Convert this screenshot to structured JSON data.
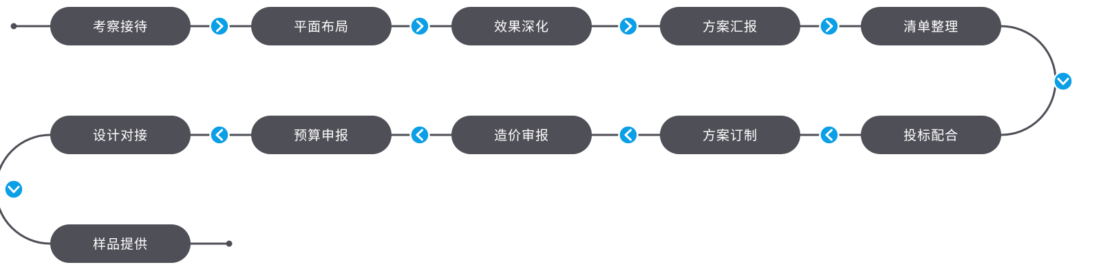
{
  "flow": {
    "steps": [
      {
        "label": "考察接待"
      },
      {
        "label": "平面布局"
      },
      {
        "label": "效果深化"
      },
      {
        "label": "方案汇报"
      },
      {
        "label": "清单整理"
      },
      {
        "label": "投标配合"
      },
      {
        "label": "方案订制"
      },
      {
        "label": "造价审报"
      },
      {
        "label": "预算申报"
      },
      {
        "label": "设计对接"
      },
      {
        "label": "样品提供"
      }
    ],
    "colors": {
      "pill": "#4f4f57",
      "line": "#4e4e56",
      "arrow": "#0a9fe6",
      "text": "#ffffff"
    },
    "icons": {
      "right": "chevron-right-icon",
      "left": "chevron-left-icon",
      "down": "chevron-down-icon"
    }
  }
}
